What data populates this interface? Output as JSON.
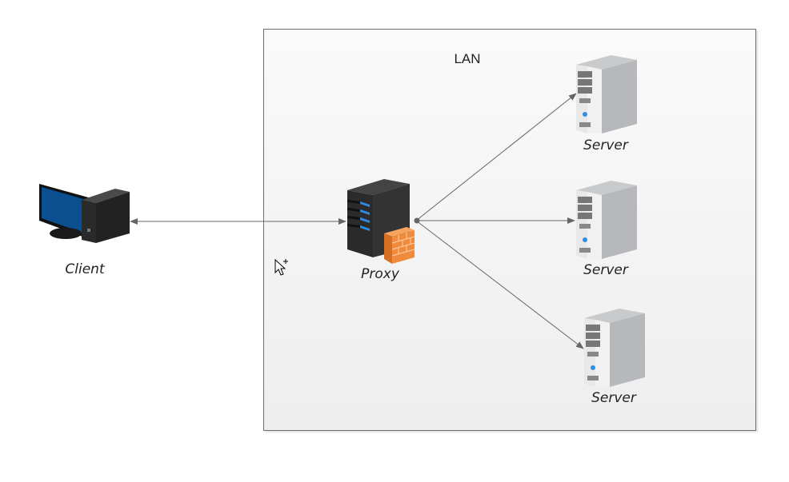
{
  "diagram": {
    "container": {
      "label": "LAN"
    },
    "nodes": [
      {
        "id": "client",
        "label": "Client",
        "icon": "desktop-computer-icon"
      },
      {
        "id": "proxy",
        "label": "Proxy",
        "icon": "proxy-server-firewall-icon"
      },
      {
        "id": "server1",
        "label": "Server",
        "icon": "server-tower-icon"
      },
      {
        "id": "server2",
        "label": "Server",
        "icon": "server-tower-icon"
      },
      {
        "id": "server3",
        "label": "Server",
        "icon": "server-tower-icon"
      }
    ],
    "edges": [
      {
        "from": "proxy",
        "to": "client",
        "arrow": "both"
      },
      {
        "from": "proxy",
        "to": "server1",
        "arrow": "end"
      },
      {
        "from": "proxy",
        "to": "server2",
        "arrow": "end"
      },
      {
        "from": "proxy",
        "to": "server3",
        "arrow": "end"
      }
    ],
    "colors": {
      "edge": "#666666",
      "container_border": "#6e6e6e",
      "firewall": "#f08a3c",
      "screen": "#0a4f8f"
    }
  }
}
